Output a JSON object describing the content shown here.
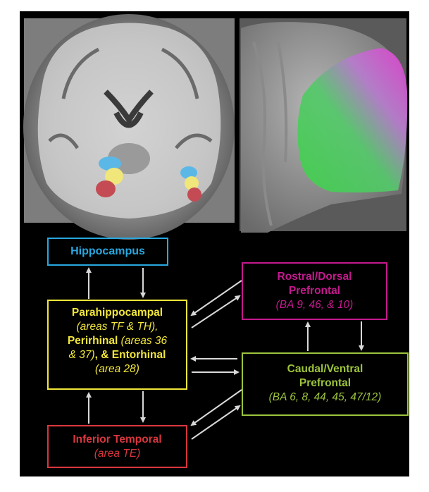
{
  "boxes": {
    "hippocampus": {
      "title": "Hippocampus"
    },
    "parahippocampal": {
      "line1": "Parahippocampal",
      "line2": "(areas TF & TH),",
      "line3_bold": "Perirhinal",
      "line3_ital": "(areas 36",
      "line4_ital": "& 37)",
      "line4_bold": ", & Entorhinal",
      "line5": "(area 28)"
    },
    "inferior_temporal": {
      "title": "Inferior Temporal",
      "sub": "(area TE)"
    },
    "rostral_dorsal": {
      "title1": "Rostral/Dorsal",
      "title2": "Prefrontal",
      "sub": "(BA 9, 46, & 10)"
    },
    "caudal_ventral": {
      "title1": "Caudal/Ventral",
      "title2": "Prefrontal",
      "sub": "(BA 6, 8, 44, 45, 47/12)"
    }
  },
  "colors": {
    "hippocampus": "#29a8e0",
    "medial_temporal": "#f2e63a",
    "inferior_temporal": "#d9363e",
    "rostral_dorsal": "#c4198e",
    "caudal_ventral": "#9cc43c",
    "arrow": "#d8d8d8",
    "background": "#000000"
  }
}
